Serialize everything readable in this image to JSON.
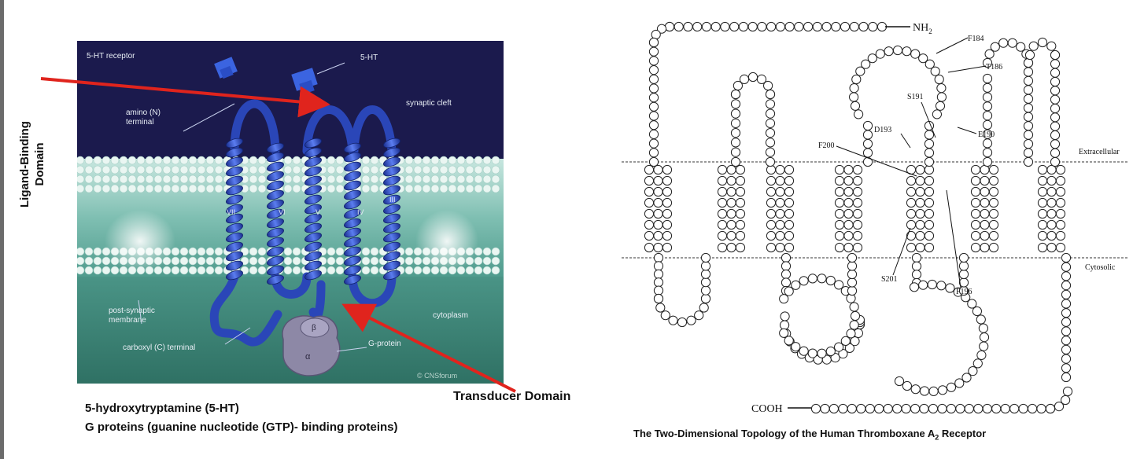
{
  "left_figure": {
    "labels": {
      "receptor": "5-HT receptor",
      "ligand": "5-HT",
      "amino_terminal": "amino (N)\nterminal",
      "synaptic_cleft": "synaptic cleft",
      "post_synaptic": "post-synaptic\nmembrane",
      "carboxyl_terminal": "carboxyl (C) terminal",
      "cytoplasm": "cytoplasm",
      "g_protein": "G-protein",
      "watermark": "© CNSforum",
      "helices": [
        "VII",
        "VI",
        "V",
        "IV",
        "III"
      ],
      "subunits": [
        "β",
        "α"
      ]
    },
    "colors": {
      "cleft": "#1b1a4d",
      "membrane": "#5aa79a",
      "cytoplasm": "#3f8679",
      "helix": "#2d4ec2",
      "arrow": "#e0241d"
    }
  },
  "annotations": {
    "ligand_binding": "Ligand-Binding\nDomain",
    "transducer": "Transducer Domain"
  },
  "captions": {
    "line1": "5-hydroxytryptamine (5-HT)",
    "line2": "G proteins (guanine nucleotide (GTP)- binding proteins)"
  },
  "right_figure": {
    "nh2": "NH",
    "nh2_sub": "2",
    "cooh": "COOH",
    "extracellular": "Extracellular",
    "cytosolic": "Cytosolic",
    "residue_labels": [
      "F184",
      "T186",
      "S191",
      "D193",
      "E190",
      "F200",
      "S201",
      "F196"
    ],
    "caption_prefix": "The Two-Dimensional Topology of the Human Thromboxane A",
    "caption_sub": "2",
    "caption_suffix": " Receptor"
  }
}
